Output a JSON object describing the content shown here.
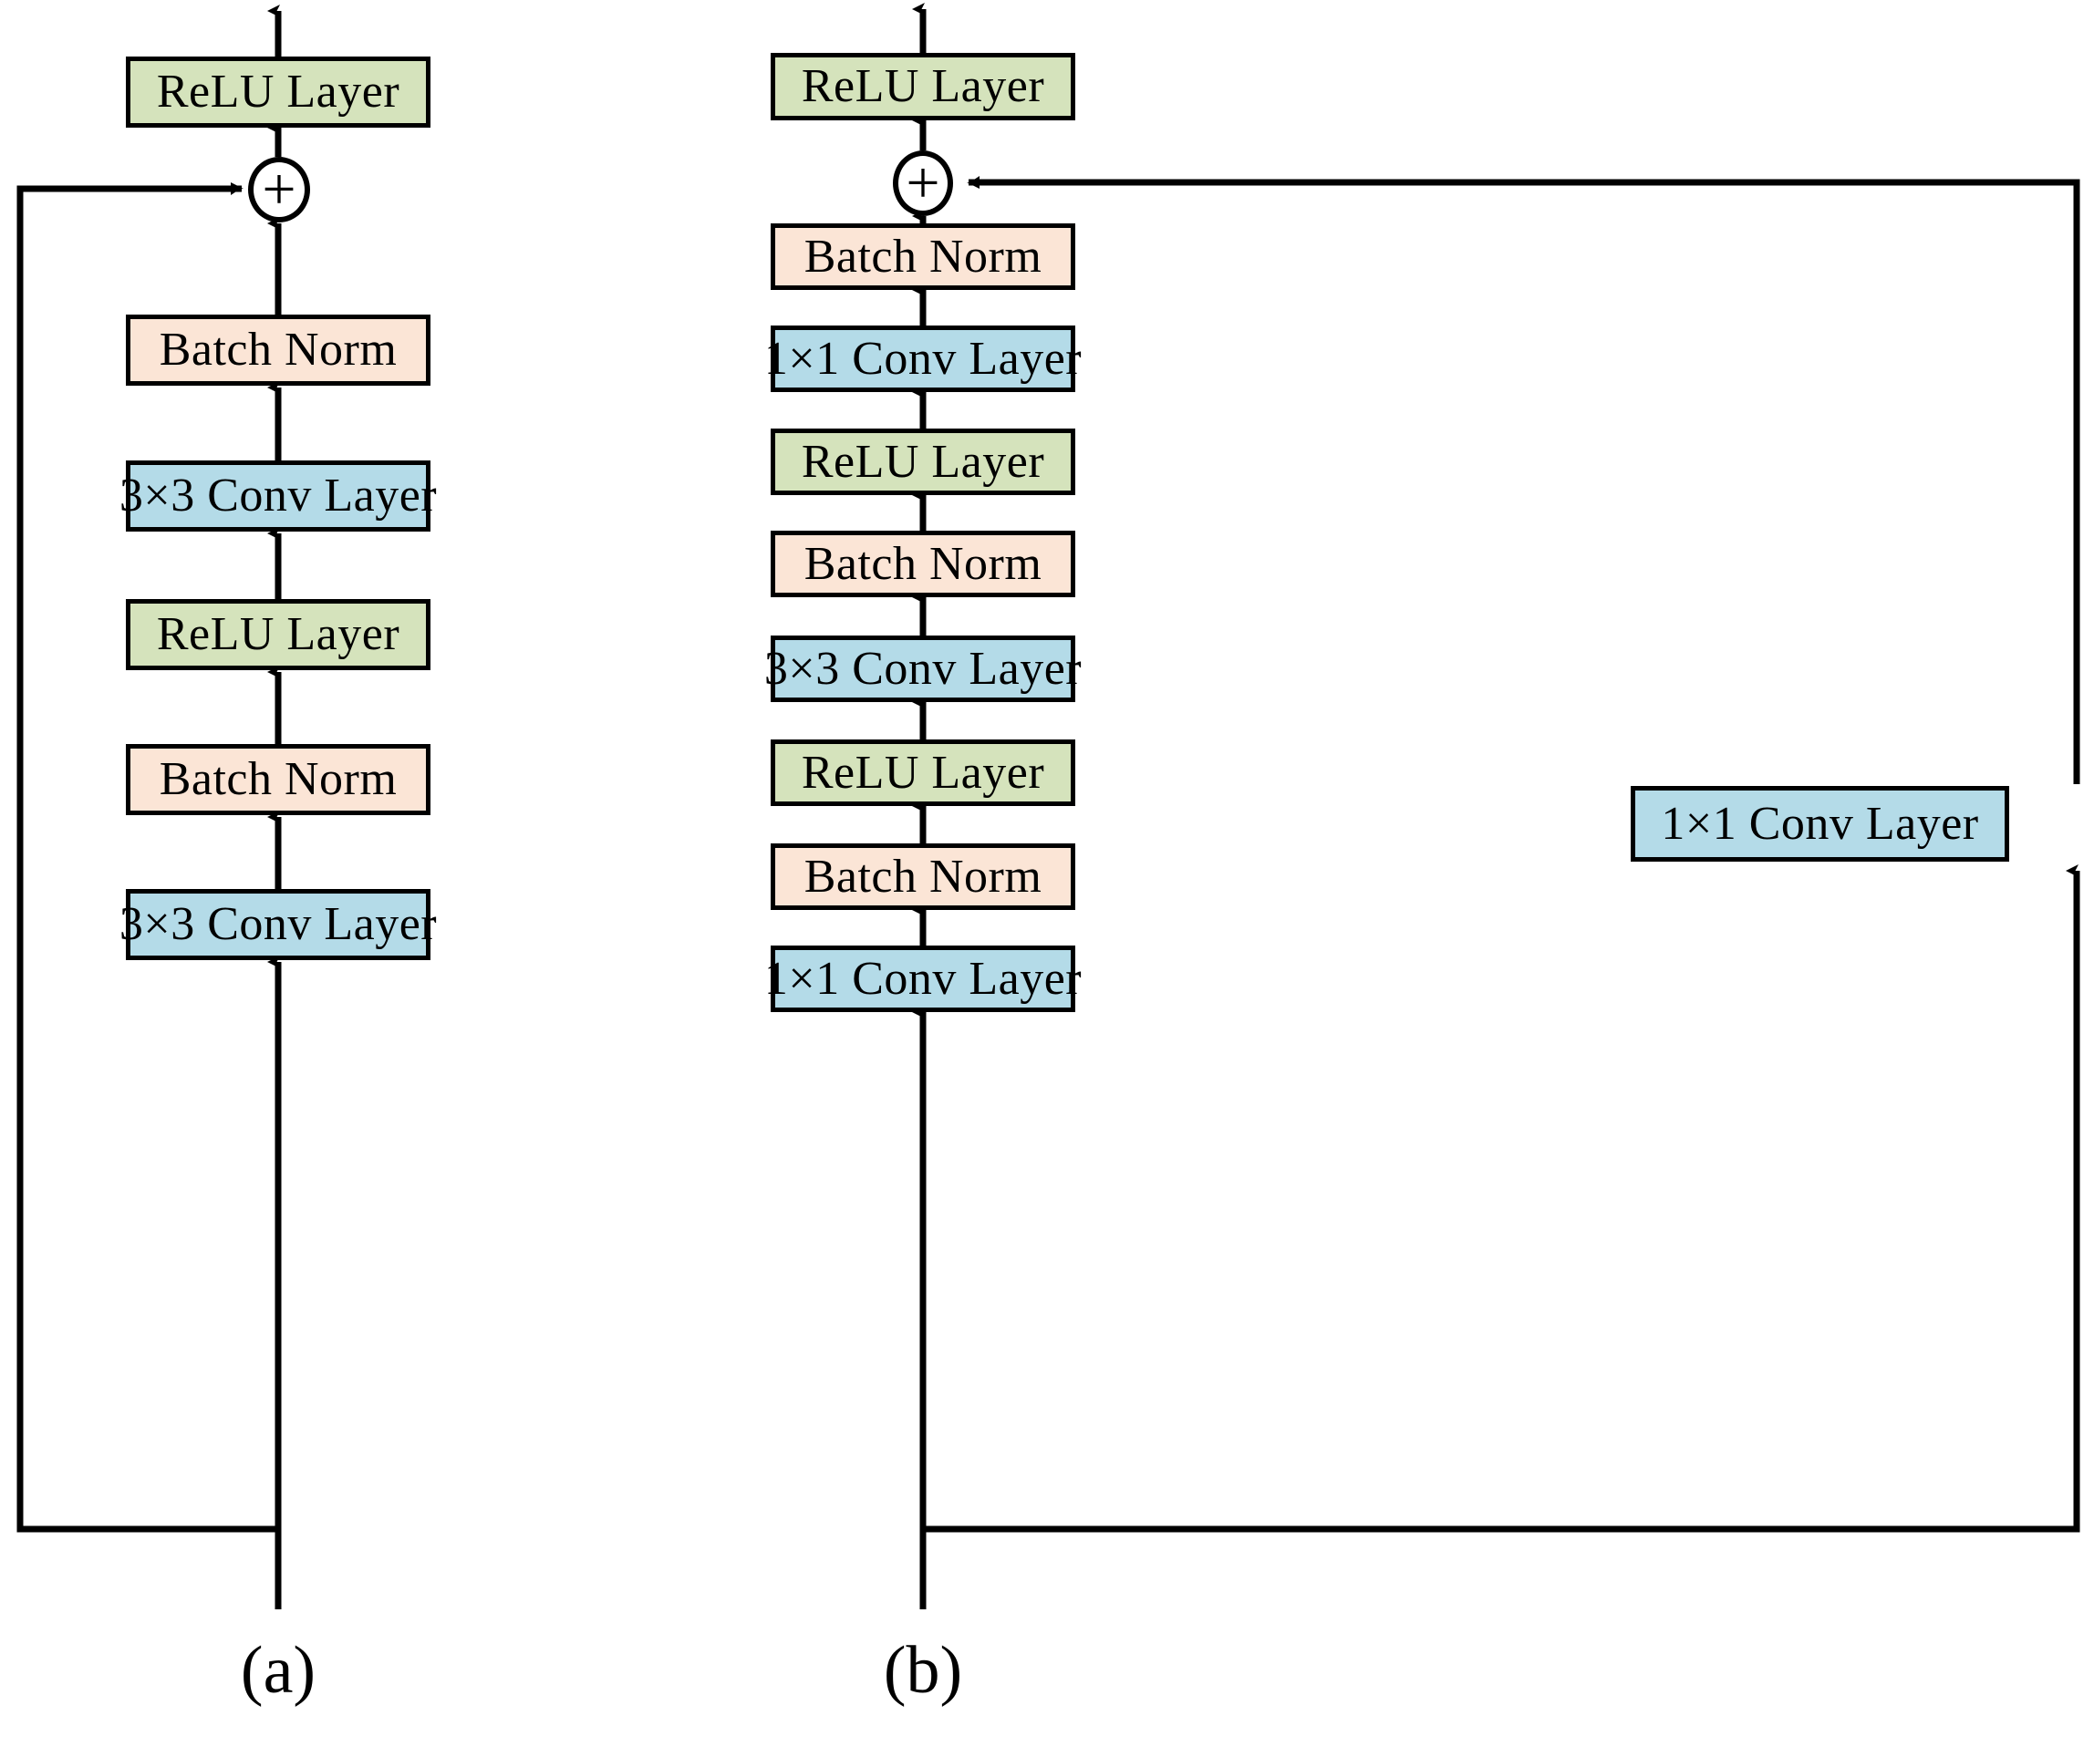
{
  "figure": {
    "type": "diagram",
    "title": "Residual block variants",
    "background_color": "#ffffff",
    "line_color": "#000000",
    "colors": {
      "relu": "#d5e3bc",
      "batch_norm": "#fbe5d6",
      "conv": "#b4dbe8",
      "stroke": "#000000"
    }
  },
  "panels": [
    {
      "id": "a",
      "caption": "(a)",
      "operator_label": "+",
      "main_path": [
        {
          "label": "3×3 Conv Layer",
          "kind": "conv"
        },
        {
          "label": "Batch Norm",
          "kind": "batch_norm"
        },
        {
          "label": "ReLU Layer",
          "kind": "relu"
        },
        {
          "label": "3×3 Conv Layer",
          "kind": "conv"
        },
        {
          "label": "Batch Norm",
          "kind": "batch_norm"
        }
      ],
      "after_merge": [
        {
          "label": "ReLU Layer",
          "kind": "relu"
        }
      ],
      "shortcut_path": []
    },
    {
      "id": "b",
      "caption": "(b)",
      "operator_label": "+",
      "main_path": [
        {
          "label": "1×1 Conv Layer",
          "kind": "conv"
        },
        {
          "label": "Batch Norm",
          "kind": "batch_norm"
        },
        {
          "label": "ReLU Layer",
          "kind": "relu"
        },
        {
          "label": "3×3 Conv Layer",
          "kind": "conv"
        },
        {
          "label": "Batch Norm",
          "kind": "batch_norm"
        },
        {
          "label": "ReLU Layer",
          "kind": "relu"
        },
        {
          "label": "1×1 Conv Layer",
          "kind": "conv"
        },
        {
          "label": "Batch Norm",
          "kind": "batch_norm"
        }
      ],
      "after_merge": [
        {
          "label": "ReLU Layer",
          "kind": "relu"
        }
      ],
      "shortcut_path": [
        {
          "label": "1×1 Conv Layer",
          "kind": "conv"
        }
      ]
    }
  ]
}
